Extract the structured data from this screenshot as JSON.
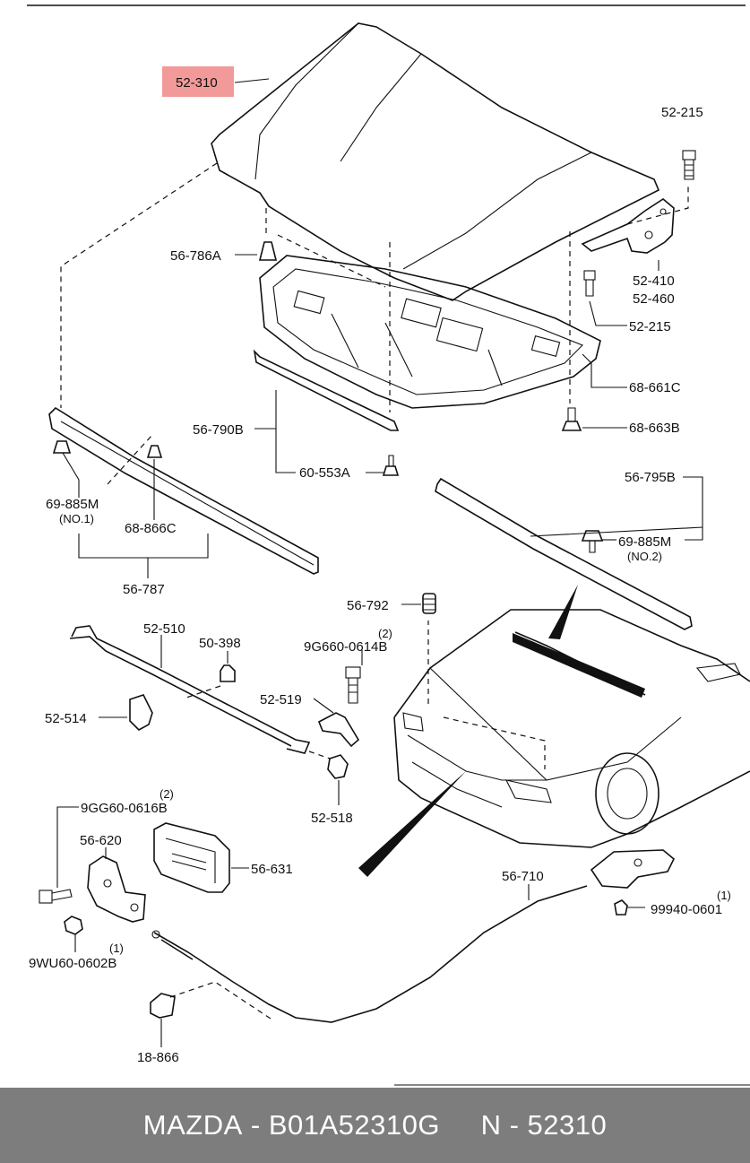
{
  "highlight_color": "#f29a9a",
  "footer_bg": "#7d7d7d",
  "labels": {
    "l52310": "52-310",
    "l52215a": "52-215",
    "l56786a": "56-786A",
    "l52410": "52-410",
    "l52460": "52-460",
    "l52215b": "52-215",
    "l68661c": "68-661C",
    "l56790b": "56-790B",
    "l68663b": "68-663B",
    "l60553a": "60-553A",
    "l69885m1": "69-885M",
    "lno1": "(NO.1)",
    "l68866c": "68-866C",
    "l56787": "56-787",
    "l56795b": "56-795B",
    "l69885m2": "69-885M",
    "lno2": "(NO.2)",
    "l56792": "56-792",
    "l52510": "52-510",
    "l50398": "50-398",
    "lqty2a": "(2)",
    "l9g660": "9G660-0614B",
    "l52519": "52-519",
    "l52514": "52-514",
    "l52518": "52-518",
    "lqty2b": "(2)",
    "l9gg60": "9GG60-0616B",
    "l56620": "56-620",
    "l56631": "56-631",
    "l56710": "56-710",
    "lqty1a": "(1)",
    "l99940": "99940-0601",
    "lqty1b": "(1)",
    "l9wu60": "9WU60-0602B",
    "l18866": "18-866"
  },
  "footer": {
    "brand": "MAZDA",
    "part_number": "B01A52310G",
    "catalog_ref": "N - 52310"
  }
}
